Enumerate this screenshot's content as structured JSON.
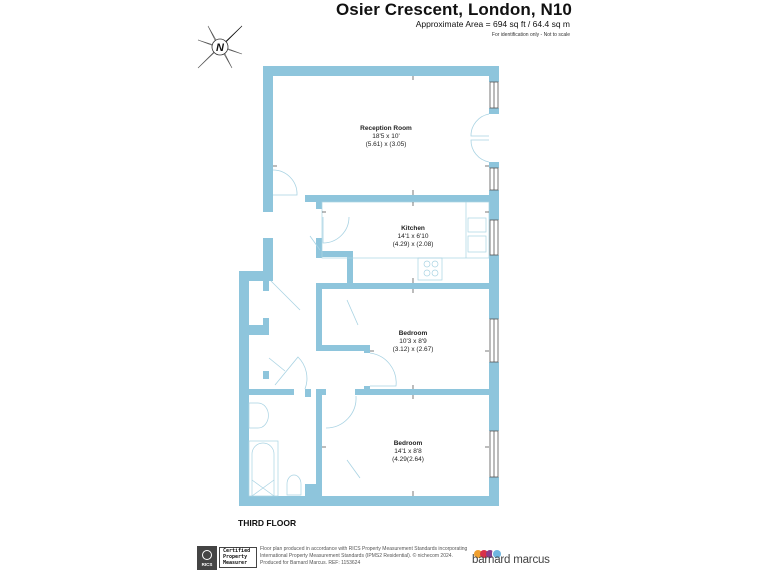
{
  "header": {
    "title": "Osier Crescent, London, N10",
    "approximate_area": "Approximate Area = 694 sq ft / 64.4 sq m",
    "note": "For identification only - Not to scale"
  },
  "compass": {
    "label": "N",
    "icon": "north-arrow-icon"
  },
  "floor_label": "THIRD FLOOR",
  "rooms": [
    {
      "name": "Reception Room",
      "imperial": "18'5 x 10'",
      "metric": "(5.61) x (3.05)"
    },
    {
      "name": "Kitchen",
      "imperial": "14'1 x 6'10",
      "metric": "(4.29) x (2.08)"
    },
    {
      "name": "Bedroom",
      "imperial": "10'3 x 8'9",
      "metric": "(3.12) x (2.67)"
    },
    {
      "name": "Bedroom",
      "imperial": "14'1 x 8'8",
      "metric": "(4.29(2.64)"
    }
  ],
  "colors": {
    "wall": "#8ec5dc",
    "fixture_line": "#a9d3e3",
    "dot_1": "#f0a030",
    "dot_2": "#d8304a",
    "dot_3": "#8a3c8c",
    "dot_4": "#6fb6e0"
  },
  "footer": {
    "rics_badge": "RICS",
    "rics_certified": [
      "Certified",
      "Property",
      "Measurer"
    ],
    "disclaimer_lines": [
      "Floor plan produced in accordance with RICS Property Measurement Standards incorporating",
      "International Property Measurement Standards (IPMS2 Residential).  © nichecom 2024.",
      "Produced for Barnard Marcus.    REF:  1153624"
    ],
    "brand": "barnard marcus"
  }
}
